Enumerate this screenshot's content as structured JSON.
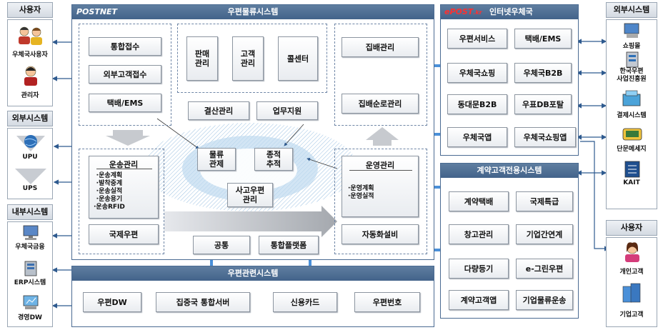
{
  "left_users": {
    "title": "사용자",
    "items": [
      "우체국사용자",
      "관리자"
    ]
  },
  "left_external": {
    "title": "외부시스템",
    "items": [
      "UPU",
      "UPS"
    ]
  },
  "left_internal": {
    "title": "내부시스템",
    "items": [
      "우체국금융",
      "ERP시스템",
      "경영DW"
    ]
  },
  "main": {
    "logo": "POSTNET",
    "title": "우편물류시스템",
    "reception": [
      "통합접수",
      "외부고객접수",
      "택배/EMS"
    ],
    "center_top": [
      "판매\n관리",
      "고객\n관리",
      "콜센터"
    ],
    "settlement": "결산관리",
    "business_support": "업무지원",
    "delivery": [
      "집배관리",
      "집배순로관리"
    ],
    "hub": {
      "logistics": "물류\n관제",
      "tracking": "종적\n추적",
      "accident": "사고우편\n관리"
    },
    "transport": {
      "title": "운송관리",
      "items": [
        "·운송계획",
        "·발착중계",
        "·운송실적",
        "·운송용기",
        "·운송RFID"
      ]
    },
    "international": "국제우편",
    "operations": {
      "title": "운영관리",
      "items": [
        "·운영계획",
        "·운영실적"
      ]
    },
    "automation": "자동화설비",
    "common": "공통",
    "platform": "통합플랫폼"
  },
  "related": {
    "title": "우편관련시스템",
    "items": [
      "우편DW",
      "집중국 통합서버",
      "신용카드",
      "우편번호"
    ]
  },
  "internet": {
    "logo": "ePOST",
    "logo_suffix": ".kr",
    "title": "인터넷우체국",
    "items": [
      "우편서비스",
      "택배/EMS",
      "우체국쇼핑",
      "우체국B2B",
      "동대문B2B",
      "우표DB포탈",
      "우체국앱",
      "우체국쇼핑앱"
    ]
  },
  "contract": {
    "title": "계약고객전용시스템",
    "items": [
      "계약택배",
      "국제특급",
      "창고관리",
      "기업간연계",
      "다량등기",
      "e-그린우편",
      "계약고객앱",
      "기업물류운송"
    ]
  },
  "right_external": {
    "title": "외부시스템",
    "items": [
      "쇼핑몰",
      "한국우편\n사업진흥원",
      "결제시스템",
      "단문메세지",
      "KAIT"
    ]
  },
  "right_users": {
    "title": "사용자",
    "items": [
      "개인고객",
      "기업고객"
    ]
  },
  "colors": {
    "header": "#4b6b92",
    "arrow": "#4a90d9",
    "accent": "#cc0000"
  }
}
